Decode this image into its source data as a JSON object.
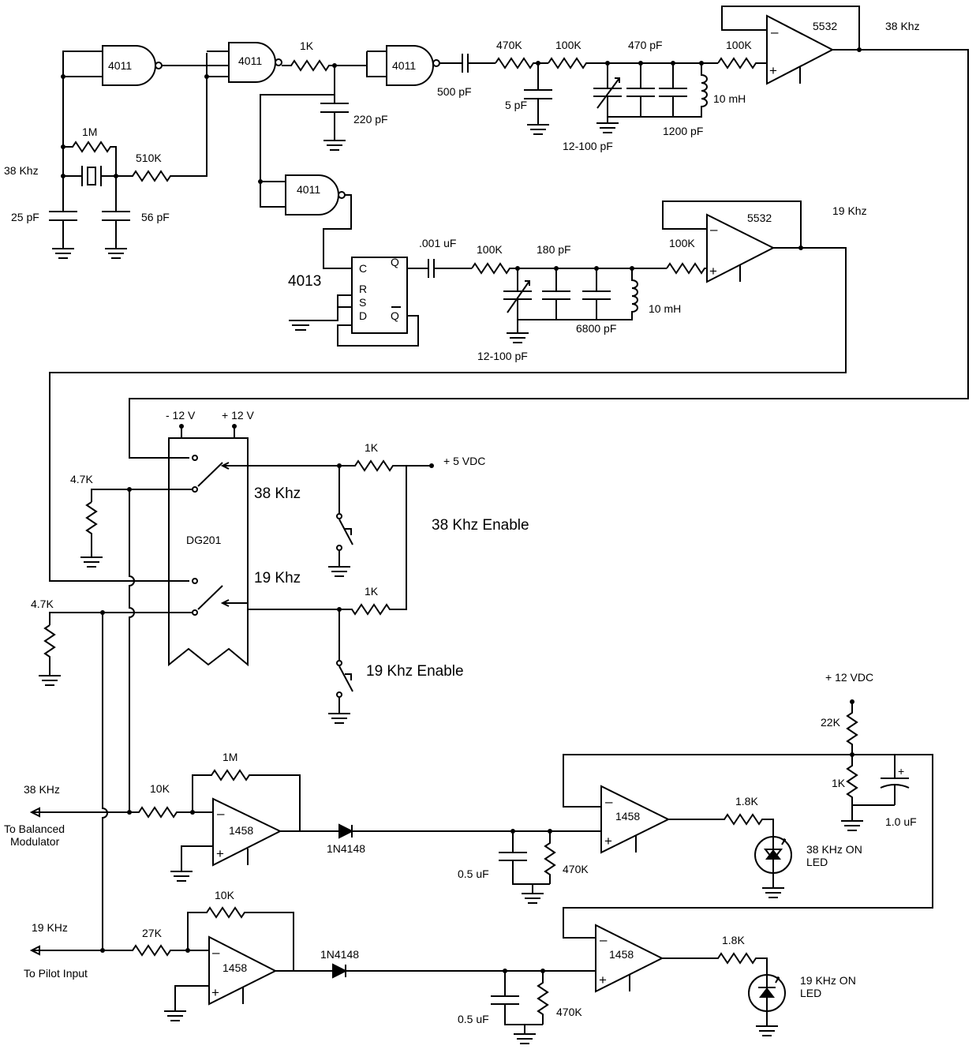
{
  "diagram": {
    "labels": {
      "ic_4011": "4011",
      "ic_4013": "4013",
      "ic_5532": "5532",
      "ic_1458": "1458",
      "ic_dg201": "DG201",
      "ff_c": "C",
      "ff_r": "R",
      "ff_s": "S",
      "ff_d": "D",
      "ff_q": "Q",
      "ff_qbar": "Q",
      "r_1k": "1K",
      "r_1m": "1M",
      "r_510k": "510K",
      "r_470k": "470K",
      "r_100k": "100K",
      "r_4_7k": "4.7K",
      "r_10k": "10K",
      "r_27k": "27K",
      "r_22k": "22K",
      "r_1_8k": "1.8K",
      "c_25pf": "25 pF",
      "c_56pf": "56 pF",
      "c_220pf": "220 pF",
      "c_500pf": "500 pF",
      "c_5pf": "5 pF",
      "c_470pf": "470 pF",
      "c_1200pf": "1200 pF",
      "c_12_100pf": "12-100 pF",
      "c_001uf": ".001 uF",
      "c_180pf": "180 pF",
      "c_6800pf": "6800 pF",
      "c_0_5uf": "0.5 uF",
      "c_1_0uf": "1.0 uF",
      "l_10mh": "10 mH",
      "d_1n4148": "1N4148",
      "f_38khz": "38 Khz",
      "f_19khz": "19 Khz",
      "out_38khz": "38 KHz",
      "out_19khz": "19 KHz",
      "to_balanced": "To Balanced",
      "modulator": "Modulator",
      "to_pilot": "To Pilot Input",
      "enable_38": "38 Khz Enable",
      "enable_19": "19 Khz Enable",
      "v_neg12": "- 12 V",
      "v_pos12": "+ 12 V",
      "v_5vdc": "+ 5 VDC",
      "v_12vdc": "+ 12 VDC",
      "led_38": "38 KHz ON",
      "led_19": "19 KHz ON",
      "led_word": "LED",
      "minus": "–",
      "plus": "+"
    }
  }
}
